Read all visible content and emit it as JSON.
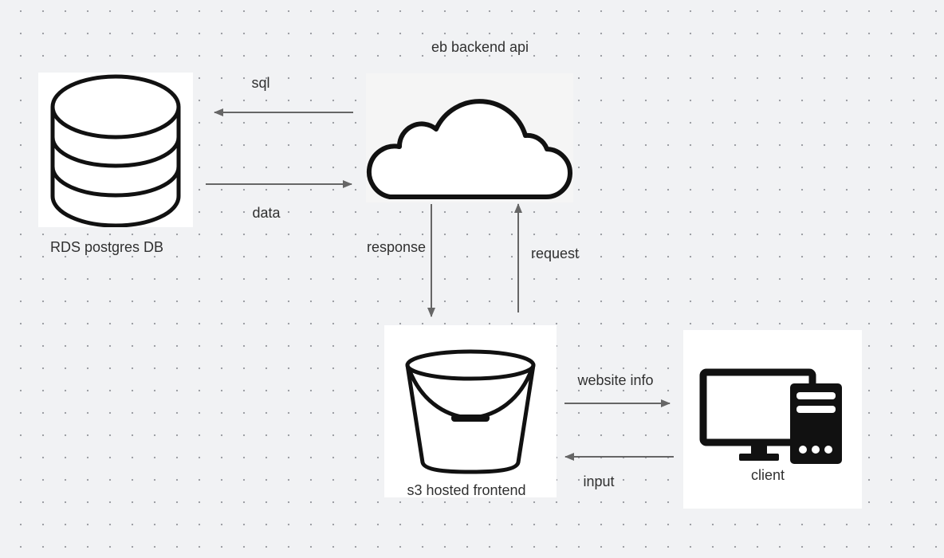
{
  "nodes": {
    "database": {
      "label": "RDS postgres DB",
      "icon": "database-icon"
    },
    "backend": {
      "label": "eb backend api",
      "icon": "cloud-icon"
    },
    "frontend": {
      "label": "s3 hosted frontend",
      "icon": "bucket-icon"
    },
    "client": {
      "label": "client",
      "icon": "desktop-computer-icon"
    }
  },
  "edges": {
    "sql": "sql",
    "data": "data",
    "response": "response",
    "request": "request",
    "website_info": "website info",
    "input": "input"
  },
  "colors": {
    "background": "#f1f2f4",
    "arrow": "#666666",
    "icon_stroke": "#111111"
  }
}
